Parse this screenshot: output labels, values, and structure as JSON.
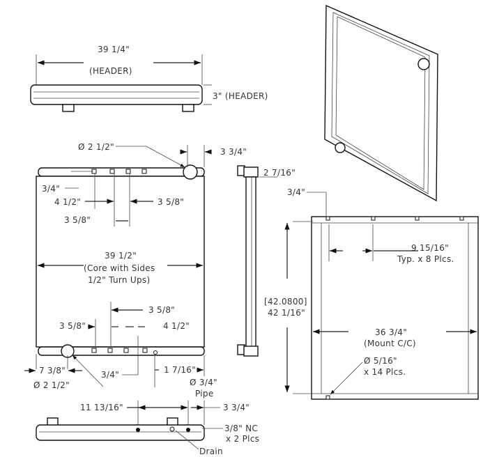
{
  "drawing": {
    "top_view": {
      "width": "39 1/4\"",
      "width_note": "(HEADER)",
      "height": "3\" (HEADER)"
    },
    "front_view": {
      "inlet_dia": "Ø 2 1/2\"",
      "inlet_offset": "3 3/4\"",
      "top_edge": "3/4\"",
      "spacing_a": "4 1/2\"",
      "spacing_b": "3 5/8\"",
      "spacing_c": "3 5/8\"",
      "core_width": "39 1/2\"",
      "core_note_1": "(Core with Sides",
      "core_note_2": "1/2\" Turn Ups)",
      "bottom_spacing_a": "3 5/8\"",
      "bottom_spacing_b": "3 5/8\"",
      "bottom_spacing_c": "4 1/2\"",
      "bottom_edge": "3/4\"",
      "outlet_offset": "7 3/8\"",
      "outlet_dia": "Ø 2 1/2\"",
      "drain_offset": "1 7/16\"",
      "drain_dia": "Ø 3/4\"",
      "drain_note": "Pipe"
    },
    "side_view": {
      "depth": "2 7/16\""
    },
    "bottom_view": {
      "dim_a": "11 13/16\"",
      "dim_b": "3 3/4\"",
      "thread": "3/8\" NC",
      "thread_qty": "x 2 Plcs",
      "drain": "Drain"
    },
    "mount_view": {
      "top_edge": "3/4\"",
      "spacing": "9 15/16\"",
      "spacing_note": "Typ. x 8 Plcs.",
      "height_metric": "[42.0800]",
      "height": "42 1/16\"",
      "width": "36 3/4\"",
      "width_note": "(Mount C/C)",
      "hole_dia": "Ø 5/16\"",
      "hole_qty": "x 14 Plcs."
    }
  }
}
